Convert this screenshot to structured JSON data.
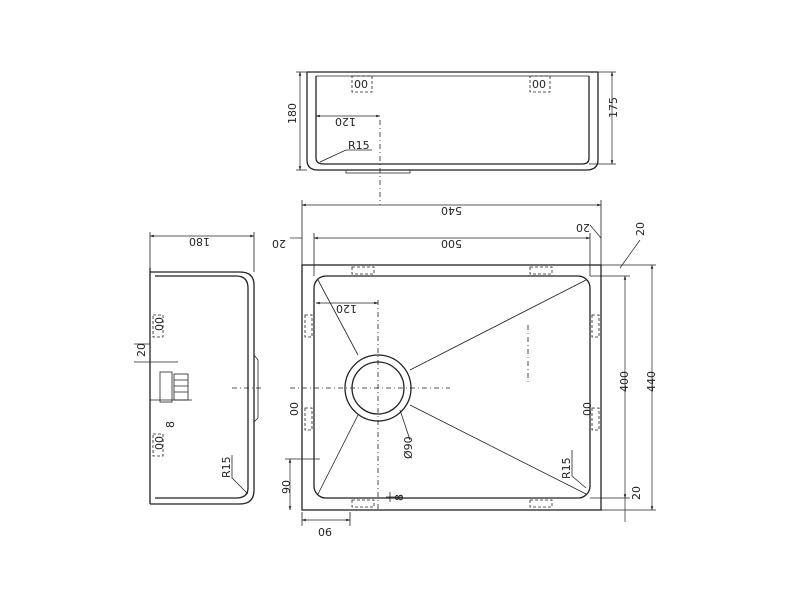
{
  "drawing": {
    "top_view": {
      "dim_height_outer": "180",
      "dim_height_inner": "175",
      "dim_offset": "120",
      "radius": "R15",
      "clip_mark": "00"
    },
    "plan_view": {
      "dim_overall_width": "540",
      "dim_inner_width": "500",
      "dim_left_flange": "20",
      "dim_right_flange": "20",
      "dim_top_flange": "20",
      "dim_bottom_flange": "20",
      "dim_inner_height": "400",
      "dim_overall_height": "440",
      "dim_drain_offset": "120",
      "dim_drain_from_left": "90",
      "dim_drain_from_bottom": "90",
      "drain_diameter": "Ø90",
      "corner_radius": "R15",
      "clip_mark": "00",
      "small_mark": "8"
    },
    "side_view": {
      "dim_depth": "180",
      "dim_small": "20",
      "clip_mark": "00",
      "radius": "R15",
      "small_mark": "8"
    }
  }
}
